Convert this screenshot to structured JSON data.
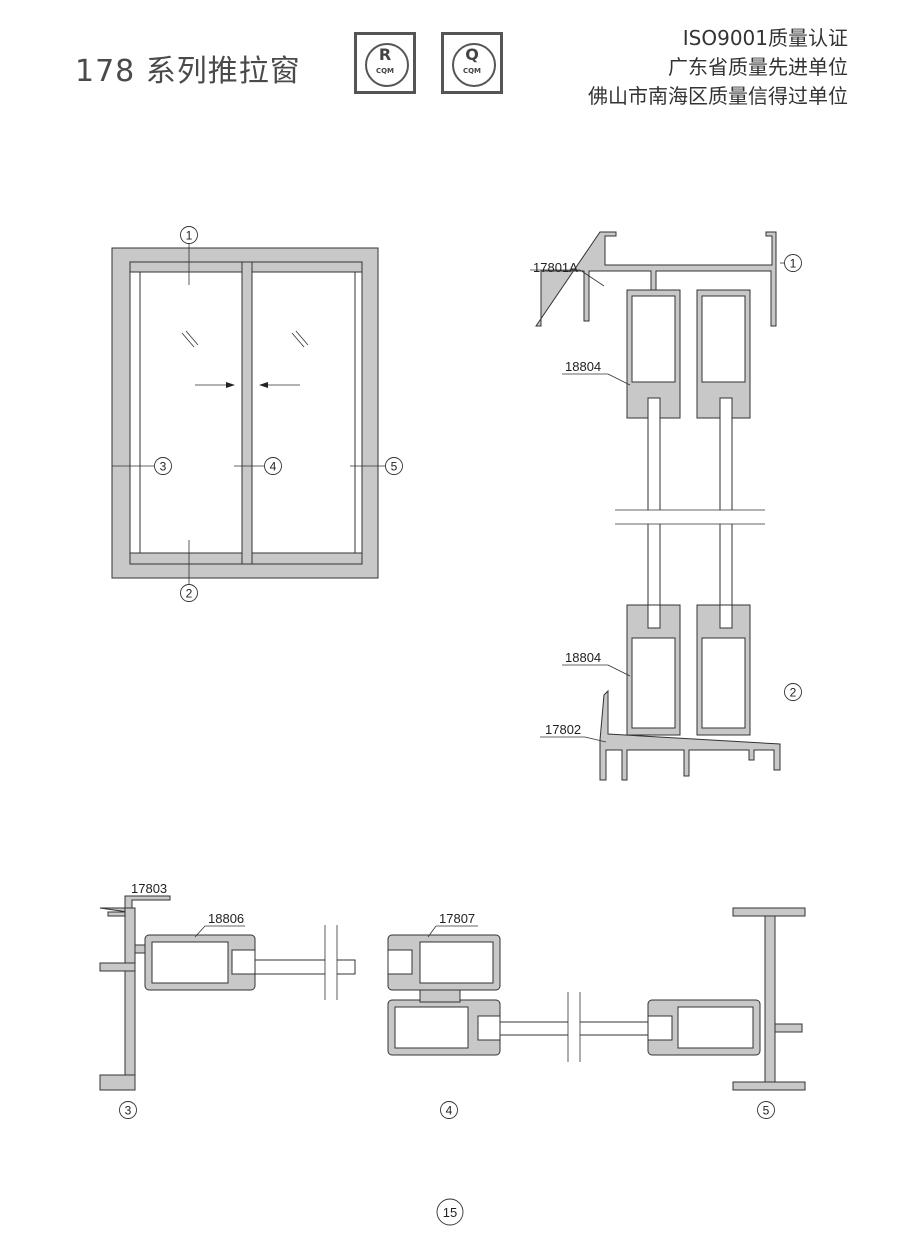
{
  "header": {
    "title": "178 系列推拉窗",
    "logos": [
      {
        "mark": "R",
        "text": "CQM"
      },
      {
        "mark": "Q",
        "text": "CQM"
      }
    ],
    "certifications": [
      "ISO9001质量认证",
      "广东省质量先进单位",
      "佛山市南海区质量信得过单位"
    ]
  },
  "callouts": [
    "1",
    "2",
    "3",
    "4",
    "5"
  ],
  "profiles": {
    "top_frame": "17801A",
    "sash_top": "18804",
    "sash_bottom": "18804",
    "bottom_frame": "17802",
    "side_frame": "17803",
    "side_sash": "18806",
    "interlock_sash": "17807"
  },
  "page_number": "15"
}
